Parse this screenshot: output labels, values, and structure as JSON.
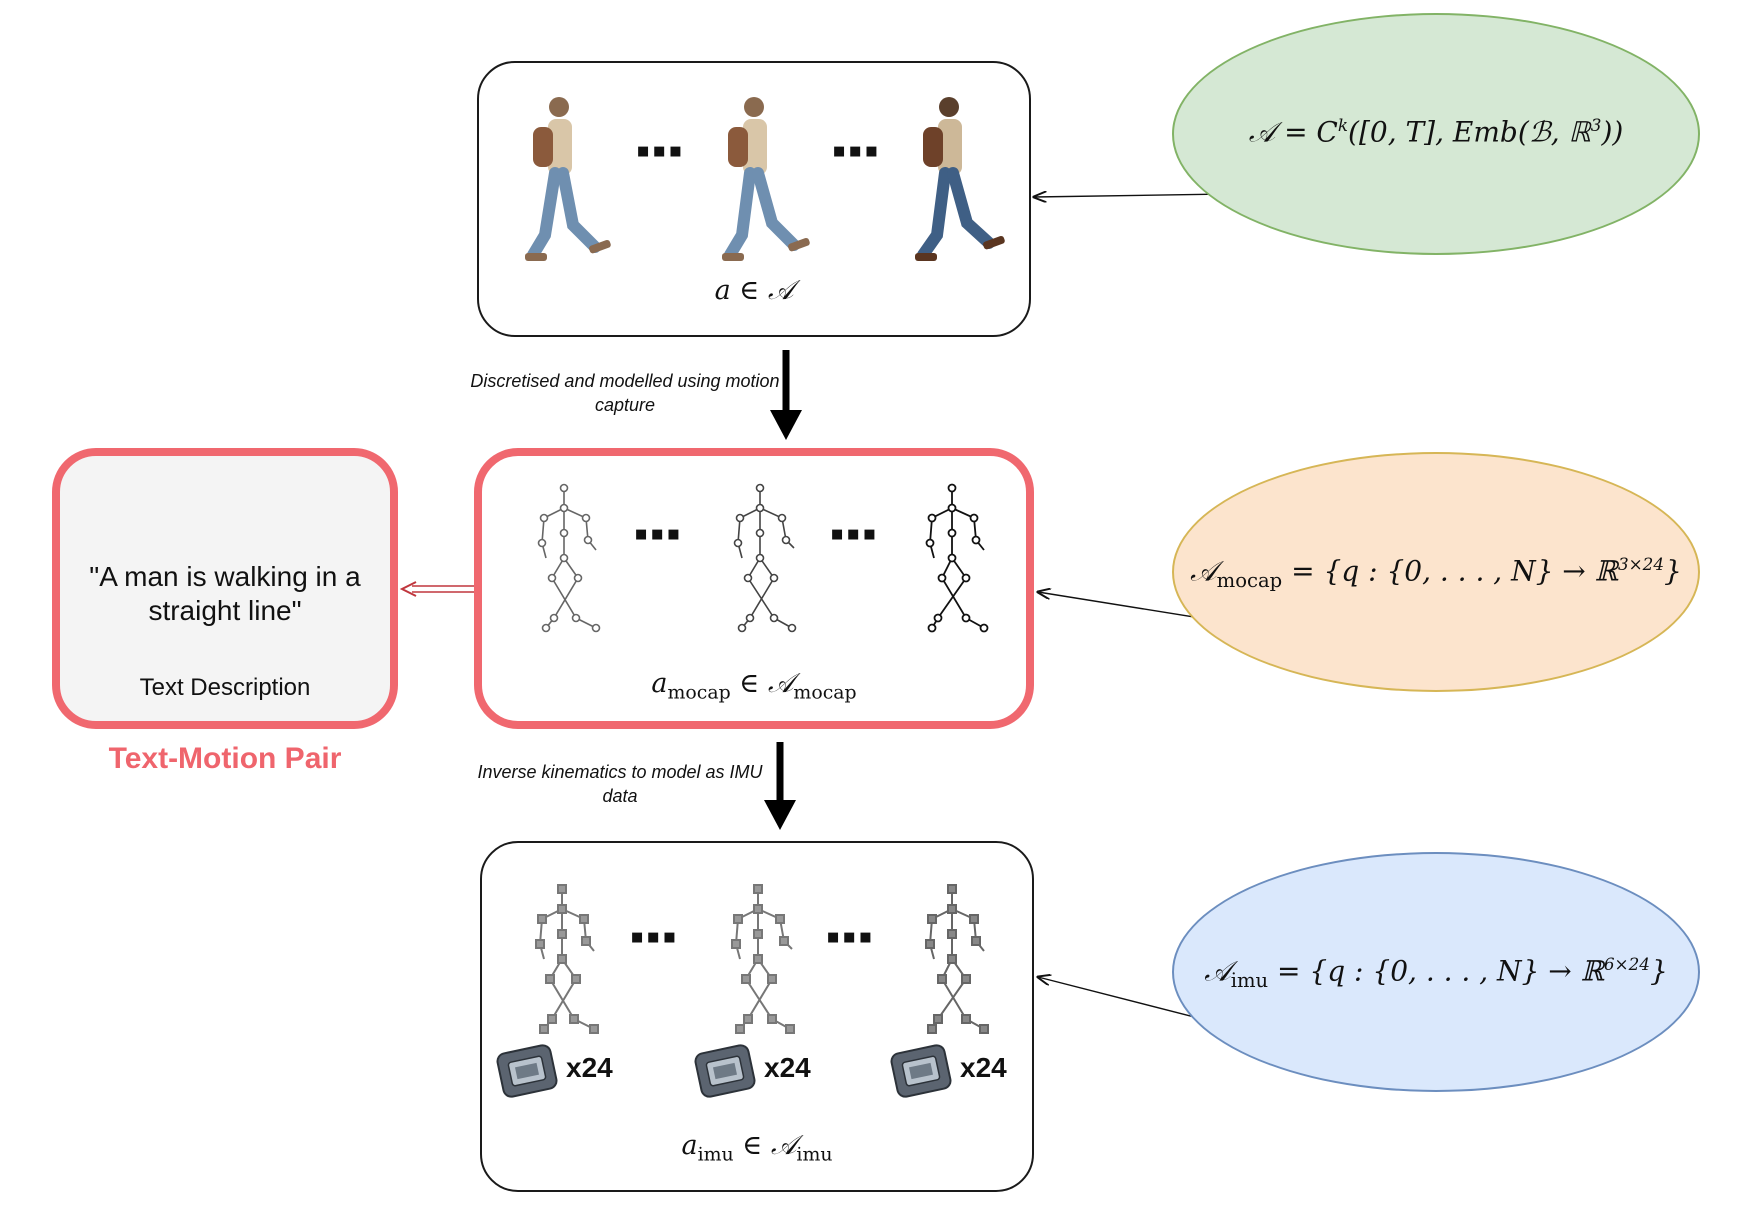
{
  "boxes": {
    "continuous": {
      "label": "a ∈ 𝒜"
    },
    "mocap": {
      "label": "a",
      "label_sub": "mocap",
      "label_rest": " ∈ 𝒜",
      "label_rest_sub": "mocap"
    },
    "imu": {
      "label": "a",
      "label_sub": "imu",
      "label_rest": " ∈ 𝒜",
      "label_rest_sub": "imu"
    },
    "text": {
      "quote": "\"A man is walking in a straight line\"",
      "caption": "Text Description"
    }
  },
  "pair_label": "Text-Motion Pair",
  "steps": {
    "discretise": "Discretised and modelled using motion capture",
    "inverse": "Inverse kinematics to model as IMU data"
  },
  "ellipses": {
    "continuous": {
      "formula": "𝒜 = C",
      "sup": "k",
      "rest": "([0, T], Emb(ℬ, ℝ",
      "sup2": "3",
      "end": "))",
      "color": "#d5e8d4"
    },
    "mocap": {
      "formula": "𝒜",
      "sub": "mocap",
      "rest": " = {q : {0, . . . , N} → ℝ",
      "sup": "3×24",
      "end": "}",
      "color": "#fce4cd"
    },
    "imu": {
      "formula": "𝒜",
      "sub": "imu",
      "rest": " = {q : {0, . . . , N} → ℝ",
      "sup": "6×24",
      "end": "}",
      "color": "#dae8fc"
    }
  },
  "ellipsis_dots": "▪▪▪",
  "imu_count": "x24",
  "colors": {
    "accent": "#f0686f",
    "pointer_dot": "#e03a2f"
  }
}
